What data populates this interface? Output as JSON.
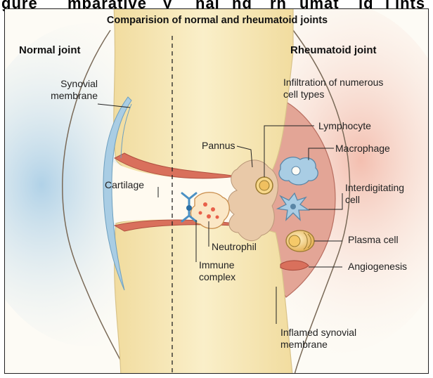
{
  "header_fragment": [
    "gure",
    "mparative",
    "y",
    "nal",
    "nd",
    "rh",
    "umat",
    "id",
    "i",
    "ints"
  ],
  "title": "Comparision of normal and rheumatoid joints",
  "sides": {
    "left": "Normal joint",
    "right": "Rheumatoid joint"
  },
  "labels": {
    "synovial_membrane": [
      "Synovial",
      "membrane"
    ],
    "cartilage": "Cartilage",
    "infiltration": [
      "Infiltration of numerous",
      "cell types"
    ],
    "pannus": "Pannus",
    "lymphocyte": "Lymphocyte",
    "macrophage": "Macrophage",
    "interdigitating_cell": [
      "Interdigitating",
      "cell"
    ],
    "neutrophil": "Neutrophil",
    "immune_complex": [
      "Immune",
      "complex"
    ],
    "plasma_cell": "Plasma cell",
    "angiogenesis": "Angiogenesis",
    "inflamed_synovial_membrane": [
      "Inflamed synovial",
      "membrane"
    ]
  },
  "colors": {
    "bone": "#f6e6b3",
    "bone_edge": "#d9c38a",
    "normal_fluid": "#cfe3f2",
    "synovium_blue": "#a9cde4",
    "inflamed_red": "#e8a39a",
    "pannus": "#e9c9a8",
    "cartilage_red": "#d9705c"
  }
}
